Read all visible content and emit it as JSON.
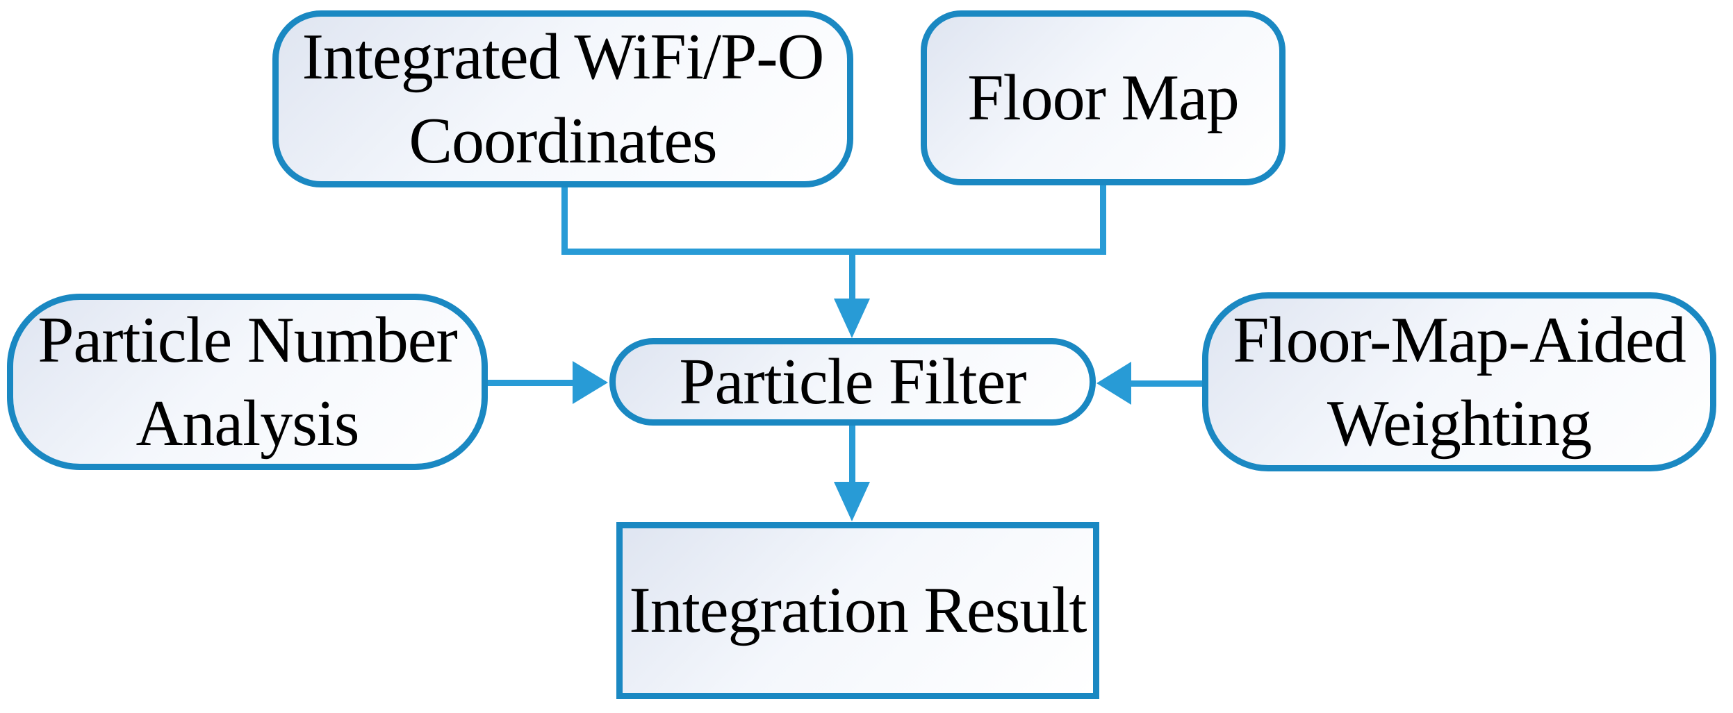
{
  "diagram": {
    "title": "WiFi/P-O particle-filter integration flowchart",
    "nodes": {
      "integrated_wifi_po_coordinates": {
        "label": "Integrated WiFi/P-O\nCoordinates",
        "shape": "rounded"
      },
      "floor_map": {
        "label": "Floor Map",
        "shape": "rounded"
      },
      "particle_number_analysis": {
        "label": "Particle Number\nAnalysis",
        "shape": "rounded"
      },
      "particle_filter": {
        "label": "Particle Filter",
        "shape": "pill"
      },
      "floor_map_aided_weighting": {
        "label": "Floor-Map-Aided\nWeighting",
        "shape": "rounded"
      },
      "integration_result": {
        "label": "Integration Result",
        "shape": "rectangle"
      }
    },
    "arrows": [
      {
        "from": "integrated_wifi_po_coordinates",
        "to": "particle_filter",
        "via": "merge-bar"
      },
      {
        "from": "floor_map",
        "to": "particle_filter",
        "via": "merge-bar"
      },
      {
        "from": "particle_number_analysis",
        "to": "particle_filter",
        "direction": "right"
      },
      {
        "from": "floor_map_aided_weighting",
        "to": "particle_filter",
        "direction": "left"
      },
      {
        "from": "particle_filter",
        "to": "integration_result",
        "direction": "down"
      }
    ],
    "colors": {
      "border_color": "#1a88c2",
      "connector_color": "#289bd6",
      "fill_start": "#dfe5f1",
      "fill_mid": "#f4f7fc",
      "fill_end": "#ffffff",
      "text_color": "#000000",
      "canvas_bg": "#ffffff"
    }
  }
}
